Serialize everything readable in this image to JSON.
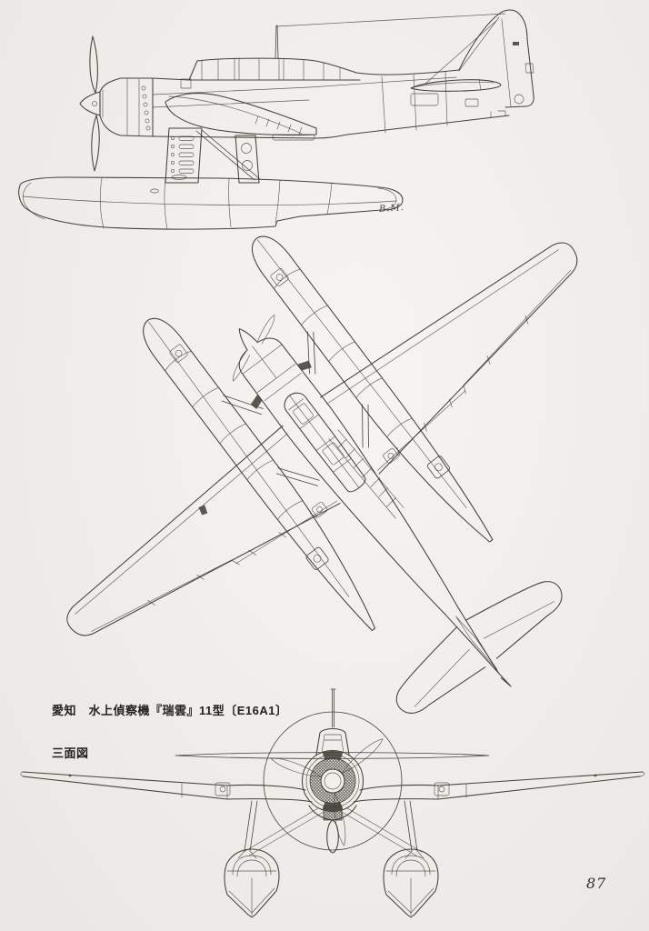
{
  "figure": {
    "caption_line1": "愛知　水上偵察機『瑞雲』11型〔E16A1〕",
    "caption_line2": "三面図",
    "signature": "B.M.",
    "page_number": "87"
  },
  "colors": {
    "paper": "#f1efec",
    "ink": "#454139"
  }
}
